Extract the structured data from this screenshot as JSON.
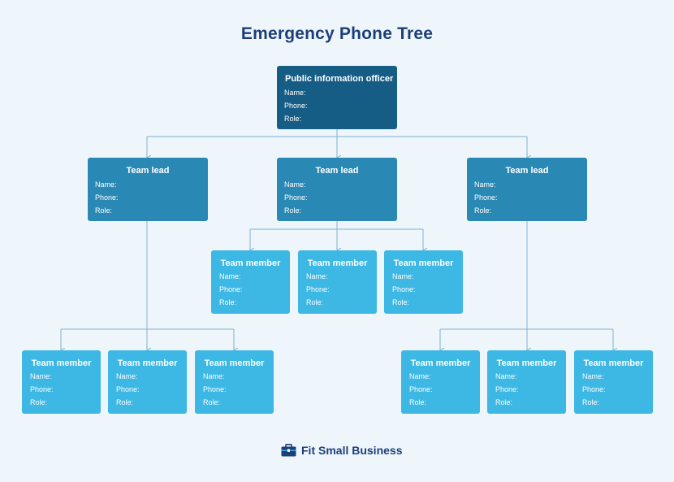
{
  "title": "Emergency Phone Tree",
  "field_labels": {
    "name": "Name:",
    "phone": "Phone:",
    "role": "Role:"
  },
  "nodes": {
    "officer": {
      "title": "Public information officer"
    },
    "lead_left": {
      "title": "Team lead"
    },
    "lead_center": {
      "title": "Team lead"
    },
    "lead_right": {
      "title": "Team lead"
    },
    "member": {
      "title": "Team member"
    }
  },
  "footer": {
    "brand": "Fit Small Business",
    "logo_icon": "briefcase-icon"
  },
  "colors": {
    "title": "#1d3f78",
    "officer": "#165d86",
    "lead": "#2a89b4",
    "member": "#3db7e3",
    "connector": "#7fb2cc",
    "background": "#eef6fb"
  }
}
